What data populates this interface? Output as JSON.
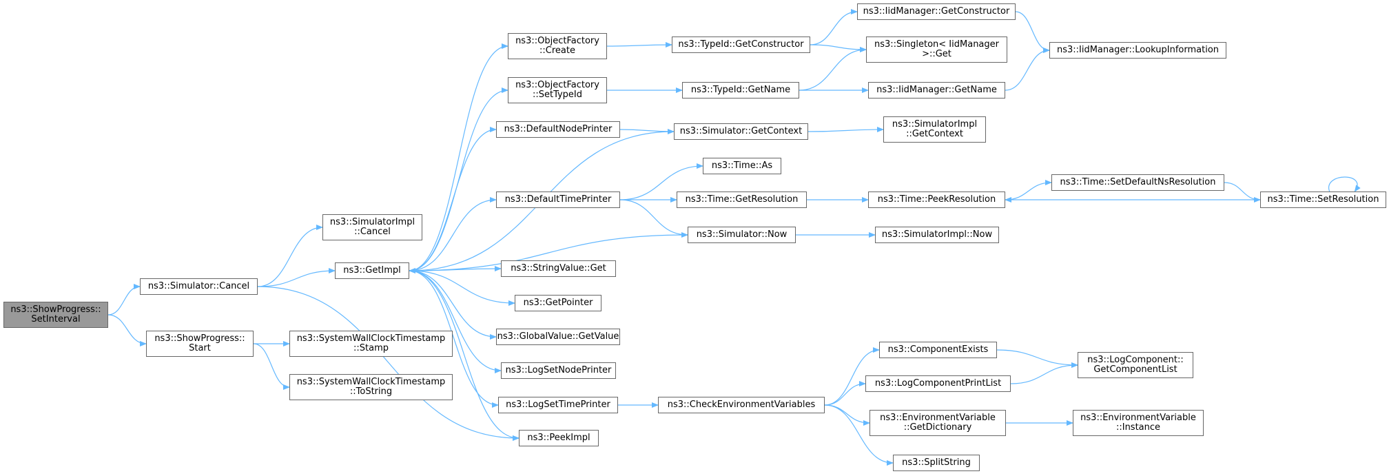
{
  "colors": {
    "edge": "#63b8ff",
    "node_border": "#666666",
    "root_fill": "#999999",
    "node_fill": "#ffffff"
  },
  "nodes": [
    {
      "id": "n1",
      "label": "ns3::ShowProgress::\nSetInterval",
      "root": true
    },
    {
      "id": "n2",
      "label": "ns3::Simulator::Cancel"
    },
    {
      "id": "n3",
      "label": "ns3::ShowProgress::\nStart"
    },
    {
      "id": "n4",
      "label": "ns3::SimulatorImpl\n::Cancel"
    },
    {
      "id": "n5",
      "label": "ns3::GetImpl"
    },
    {
      "id": "n6",
      "label": "ns3::PeekImpl"
    },
    {
      "id": "n7",
      "label": "ns3::SystemWallClockTimestamp\n::Stamp"
    },
    {
      "id": "n8",
      "label": "ns3::SystemWallClockTimestamp\n::ToString"
    },
    {
      "id": "n9",
      "label": "ns3::ObjectFactory\n::Create"
    },
    {
      "id": "n10",
      "label": "ns3::ObjectFactory\n::SetTypeId"
    },
    {
      "id": "n11",
      "label": "ns3::DefaultNodePrinter"
    },
    {
      "id": "n12",
      "label": "ns3::DefaultTimePrinter"
    },
    {
      "id": "n13",
      "label": "ns3::StringValue::Get"
    },
    {
      "id": "n14",
      "label": "ns3::GetPointer"
    },
    {
      "id": "n15",
      "label": "ns3::GlobalValue::GetValue"
    },
    {
      "id": "n16",
      "label": "ns3::LogSetNodePrinter"
    },
    {
      "id": "n17",
      "label": "ns3::LogSetTimePrinter"
    },
    {
      "id": "n18",
      "label": "ns3::Simulator::GetContext"
    },
    {
      "id": "n19",
      "label": "ns3::TypeId::GetConstructor"
    },
    {
      "id": "n20",
      "label": "ns3::TypeId::GetName"
    },
    {
      "id": "n21",
      "label": "ns3::Time::As"
    },
    {
      "id": "n22",
      "label": "ns3::Time::GetResolution"
    },
    {
      "id": "n23",
      "label": "ns3::Simulator::Now"
    },
    {
      "id": "n24",
      "label": "ns3::CheckEnvironmentVariables"
    },
    {
      "id": "n25",
      "label": "ns3::IidManager::GetConstructor"
    },
    {
      "id": "n26",
      "label": "ns3::Singleton< IidManager\n>::Get"
    },
    {
      "id": "n27",
      "label": "ns3::IidManager::GetName"
    },
    {
      "id": "n28",
      "label": "ns3::SimulatorImpl\n::GetContext"
    },
    {
      "id": "n29",
      "label": "ns3::Time::PeekResolution"
    },
    {
      "id": "n30",
      "label": "ns3::SimulatorImpl::Now"
    },
    {
      "id": "n31",
      "label": "ns3::IidManager::LookupInformation"
    },
    {
      "id": "n32",
      "label": "ns3::Time::SetDefaultNsResolution"
    },
    {
      "id": "n33",
      "label": "ns3::Time::SetResolution"
    },
    {
      "id": "n34",
      "label": "ns3::ComponentExists"
    },
    {
      "id": "n35",
      "label": "ns3::LogComponentPrintList"
    },
    {
      "id": "n36",
      "label": "ns3::EnvironmentVariable\n::GetDictionary"
    },
    {
      "id": "n37",
      "label": "ns3::SplitString"
    },
    {
      "id": "n38",
      "label": "ns3::LogComponent::\nGetComponentList"
    },
    {
      "id": "n39",
      "label": "ns3::EnvironmentVariable\n::Instance"
    }
  ],
  "edges": [
    [
      "n1",
      "n2"
    ],
    [
      "n1",
      "n3"
    ],
    [
      "n2",
      "n4"
    ],
    [
      "n2",
      "n5"
    ],
    [
      "n2",
      "n6"
    ],
    [
      "n3",
      "n7"
    ],
    [
      "n3",
      "n8"
    ],
    [
      "n5",
      "n9"
    ],
    [
      "n5",
      "n10"
    ],
    [
      "n5",
      "n11"
    ],
    [
      "n5",
      "n12"
    ],
    [
      "n5",
      "n13"
    ],
    [
      "n5",
      "n14"
    ],
    [
      "n5",
      "n15"
    ],
    [
      "n5",
      "n16"
    ],
    [
      "n5",
      "n17"
    ],
    [
      "n5",
      "n6"
    ],
    [
      "n9",
      "n19"
    ],
    [
      "n10",
      "n20"
    ],
    [
      "n11",
      "n18"
    ],
    [
      "n12",
      "n21"
    ],
    [
      "n12",
      "n22"
    ],
    [
      "n12",
      "n23"
    ],
    [
      "n17",
      "n24"
    ],
    [
      "n18",
      "n5"
    ],
    [
      "n18",
      "n28"
    ],
    [
      "n19",
      "n25"
    ],
    [
      "n19",
      "n26"
    ],
    [
      "n20",
      "n26"
    ],
    [
      "n20",
      "n27"
    ],
    [
      "n22",
      "n29"
    ],
    [
      "n23",
      "n5"
    ],
    [
      "n23",
      "n30"
    ],
    [
      "n24",
      "n34"
    ],
    [
      "n24",
      "n35"
    ],
    [
      "n24",
      "n36"
    ],
    [
      "n24",
      "n37"
    ],
    [
      "n25",
      "n31"
    ],
    [
      "n27",
      "n31"
    ],
    [
      "n29",
      "n32"
    ],
    [
      "n32",
      "n33"
    ],
    [
      "n33",
      "n29"
    ],
    [
      "n33",
      "n33"
    ],
    [
      "n34",
      "n38"
    ],
    [
      "n35",
      "n38"
    ],
    [
      "n36",
      "n39"
    ]
  ]
}
